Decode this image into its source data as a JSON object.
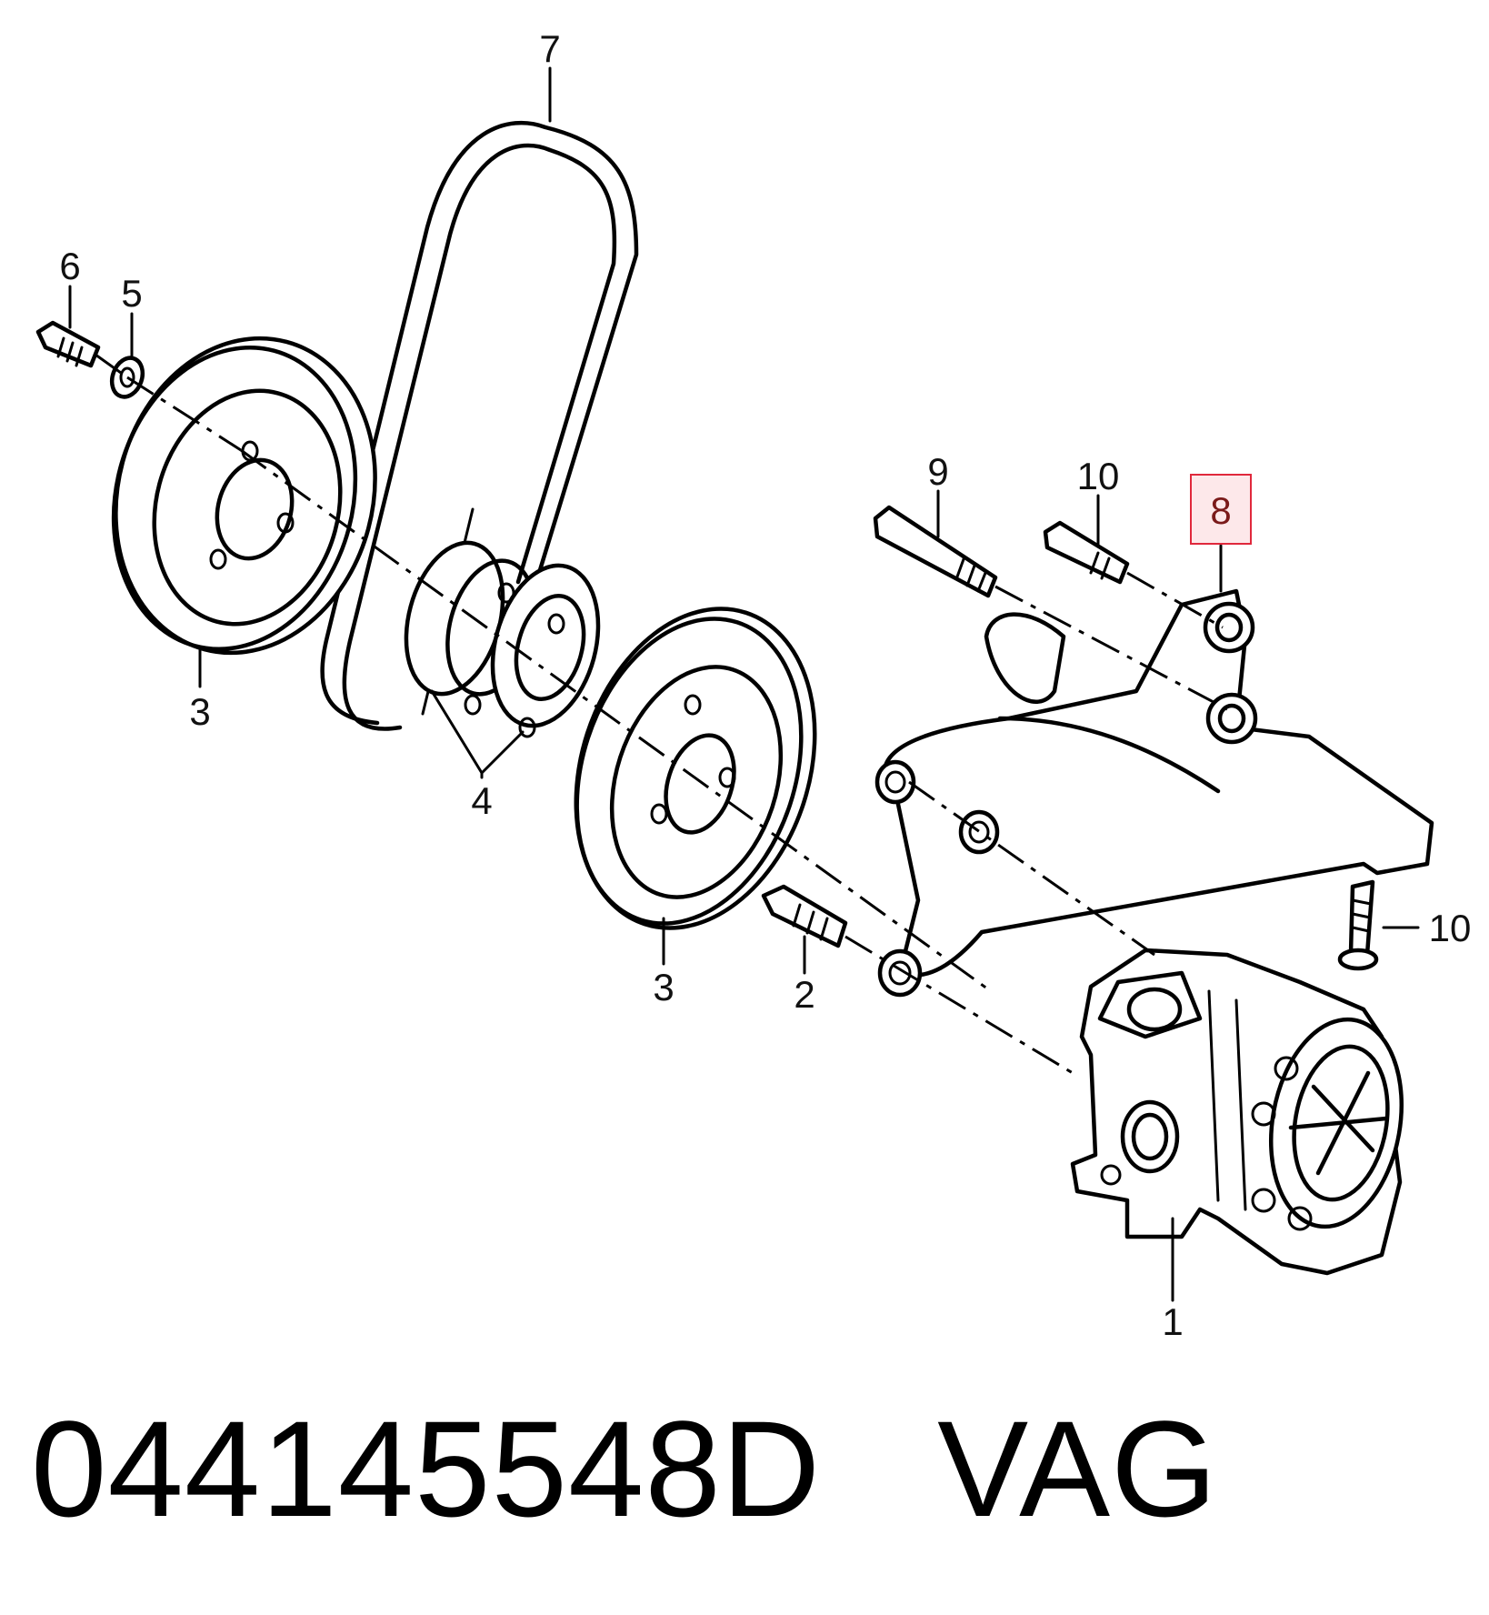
{
  "callouts": [
    {
      "id": "c1",
      "label": "1"
    },
    {
      "id": "c2",
      "label": "2"
    },
    {
      "id": "c3a",
      "label": "3"
    },
    {
      "id": "c3b",
      "label": "3"
    },
    {
      "id": "c4",
      "label": "4"
    },
    {
      "id": "c5",
      "label": "5"
    },
    {
      "id": "c6",
      "label": "6"
    },
    {
      "id": "c7",
      "label": "7"
    },
    {
      "id": "c8",
      "label": "8"
    },
    {
      "id": "c9",
      "label": "9"
    },
    {
      "id": "c10a",
      "label": "10"
    },
    {
      "id": "c10b",
      "label": "10"
    }
  ],
  "highlighted_callout": "8",
  "highlight_color": "#e0283c",
  "caption": {
    "part_number": "044145548D",
    "brand": "VAG",
    "full": "044145548D   VAG"
  }
}
